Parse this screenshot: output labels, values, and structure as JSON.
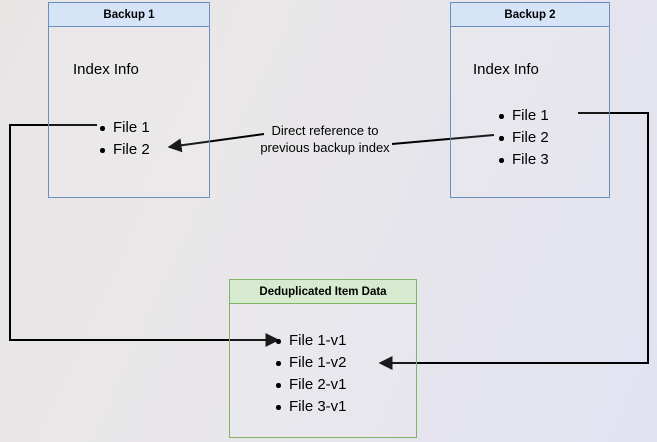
{
  "diagram": {
    "title_hidden": "",
    "background": {
      "from": "#e8e5e5",
      "to": "#e2e3f2"
    },
    "colors": {
      "blue_border": "#6c8ebf",
      "blue_header": "#d6e4f7",
      "green_border": "#82b366",
      "green_header": "#d6ead0",
      "edge": "#000000"
    },
    "boxes": [
      {
        "id": "backup-1",
        "title": "Backup 1",
        "section_label": "Index Info",
        "items": [
          "File 1",
          "File 2"
        ]
      },
      {
        "id": "backup-2",
        "title": "Backup 2",
        "section_label": "Index Info",
        "items": [
          "File 1",
          "File 2",
          "File 3"
        ]
      },
      {
        "id": "deduplicated-item-data",
        "title": "Deduplicated Item Data",
        "section_label": "",
        "items": [
          "File 1-v1",
          "File 1-v2",
          "File 2-v1",
          "File 3-v1"
        ]
      }
    ],
    "annotations": {
      "direct_reference": "Direct reference to\nprevious backup index"
    }
  }
}
